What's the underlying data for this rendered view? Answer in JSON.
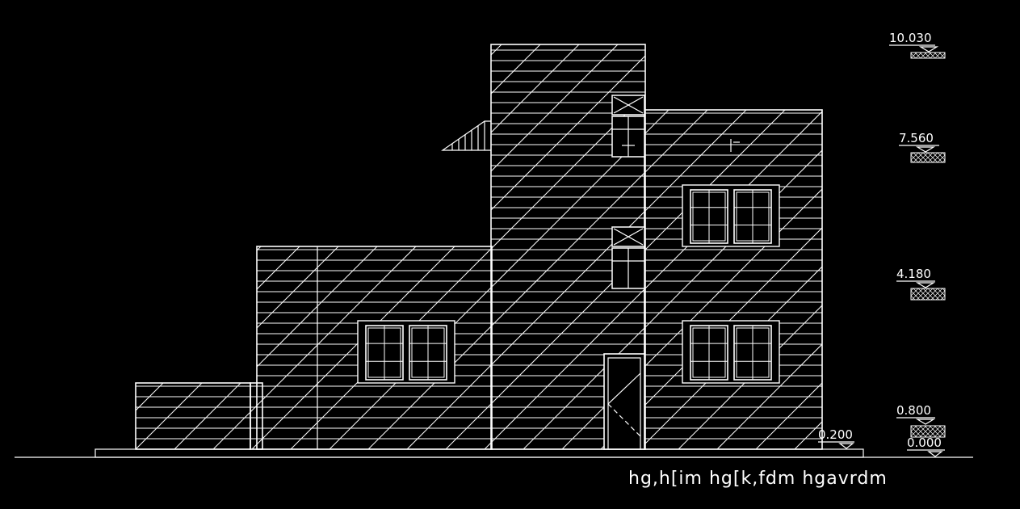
{
  "colors": {
    "background": "#000000",
    "line": "#ffffff"
  },
  "drawing_title": "hg,h[im  hg[k,fdm  hgavrdm",
  "levels": {
    "roof_top": "10.030",
    "upper_floor": "7.560",
    "first_floor": "4.180",
    "plinth": "0.800",
    "entrance_step": "0.200",
    "ground": "0.000"
  },
  "hatch": {
    "horizontal_step": 13,
    "diagonal_step": 48
  }
}
